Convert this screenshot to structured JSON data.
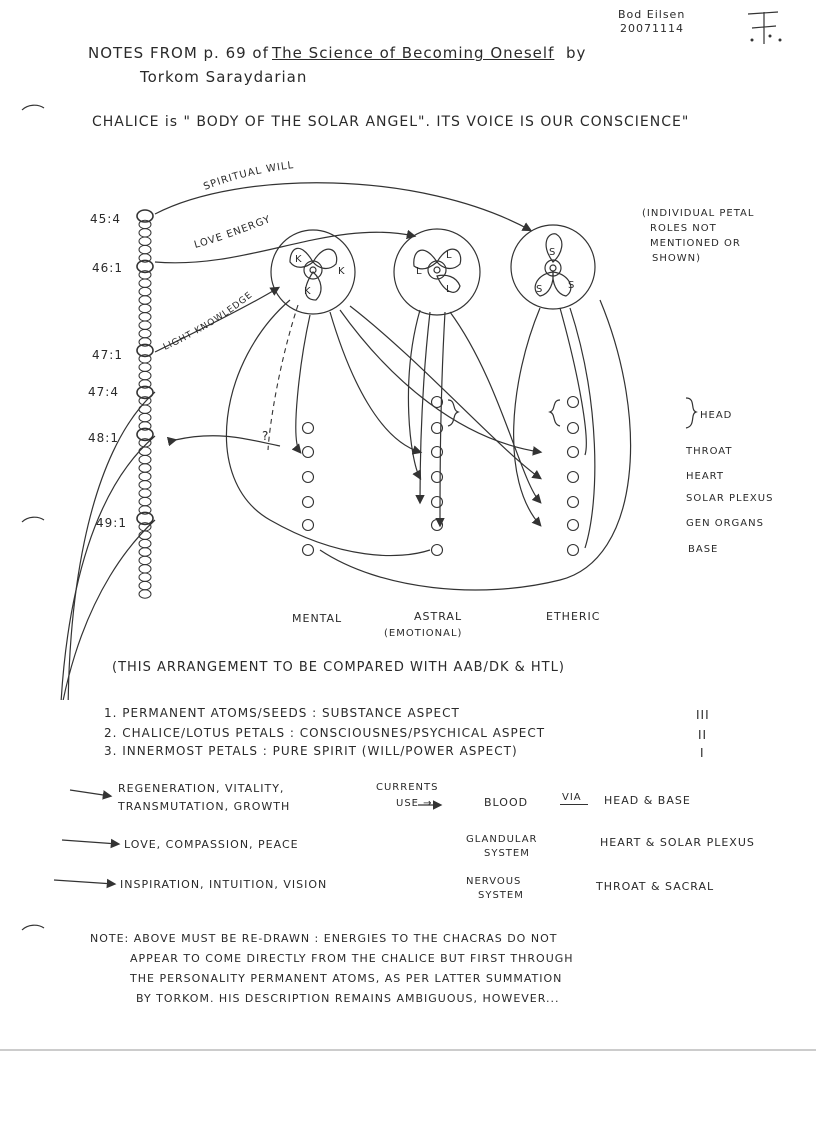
{
  "author": {
    "name": "Bod Eilsen",
    "date": "20071114"
  },
  "header": {
    "notes_prefix": "NOTES FROM p. 69 of",
    "book_title": "The Science of Becoming Oneself",
    "by": "by",
    "book_author": "Torkom Saraydarian"
  },
  "chalice_line": "CHALICE is \" BODY OF THE SOLAR ANGEL\". ITS VOICE IS OUR CONSCIENCE\"",
  "diagram": {
    "atom_labels": [
      "45:4",
      "46:1",
      "47:1",
      "47:4",
      "48:1",
      "49:1"
    ],
    "curve_labels": {
      "spiritual_will": "SPIRITUAL WILL",
      "love_energy": "LOVE ENERGY",
      "light_knowledge": "LIGHT KNOWLEDGE"
    },
    "petal_letters": {
      "k": "K",
      "l": "L",
      "s": "S"
    },
    "question_mark": "?",
    "side_note": [
      "(INDIVIDUAL PETAL",
      "ROLES NOT",
      "MENTIONED OR",
      "SHOWN)"
    ],
    "chakras": [
      "HEAD",
      "THROAT",
      "HEART",
      "SOLAR PLEXUS",
      "GEN ORGANS",
      "BASE"
    ],
    "columns": {
      "mental": "MENTAL",
      "astral": "ASTRAL",
      "astral_sub": "(EMOTIONAL)",
      "etheric": "ETHERIC"
    }
  },
  "compare_note": "(THIS ARRANGEMENT TO BE COMPARED WITH AAB/DK & HTL)",
  "aspects": [
    {
      "text": "1. PERMANENT ATOMS/SEEDS : SUBSTANCE ASPECT",
      "numeral": "III"
    },
    {
      "text": "2. CHALICE/LOTUS PETALS : CONSCIOUSNES/PSYCHICAL ASPECT",
      "numeral": "II"
    },
    {
      "text": "3. INNERMOST PETALS : PURE SPIRIT (WILL/POWER ASPECT)",
      "numeral": "I"
    }
  ],
  "energies": {
    "row1": {
      "left_line1": "REGENERATION, VITALITY,",
      "left_line2": "TRANSMUTATION, GROWTH",
      "currents_line1": "CURRENTS",
      "currents_line2": "USE →",
      "system": "BLOOD",
      "via": "VIA",
      "centers": "HEAD & BASE"
    },
    "row2": {
      "left": "LOVE, COMPASSION, PEACE",
      "system_line1": "GLANDULAR",
      "system_line2": "SYSTEM",
      "centers": "HEART & SOLAR PLEXUS"
    },
    "row3": {
      "left": "INSPIRATION, INTUITION, VISION",
      "system_line1": "NERVOUS",
      "system_line2": "SYSTEM",
      "centers": "THROAT & SACRAL"
    }
  },
  "footer_note": [
    "NOTE: ABOVE MUST BE RE-DRAWN : ENERGIES TO THE CHACRAS DO NOT",
    "APPEAR TO COME DIRECTLY FROM THE CHALICE BUT FIRST THROUGH",
    "THE PERSONALITY PERMANENT ATOMS, AS PER LATTER SUMMATION",
    "BY TORKOM. HIS DESCRIPTION REMAINS AMBIGUOUS, HOWEVER..."
  ]
}
